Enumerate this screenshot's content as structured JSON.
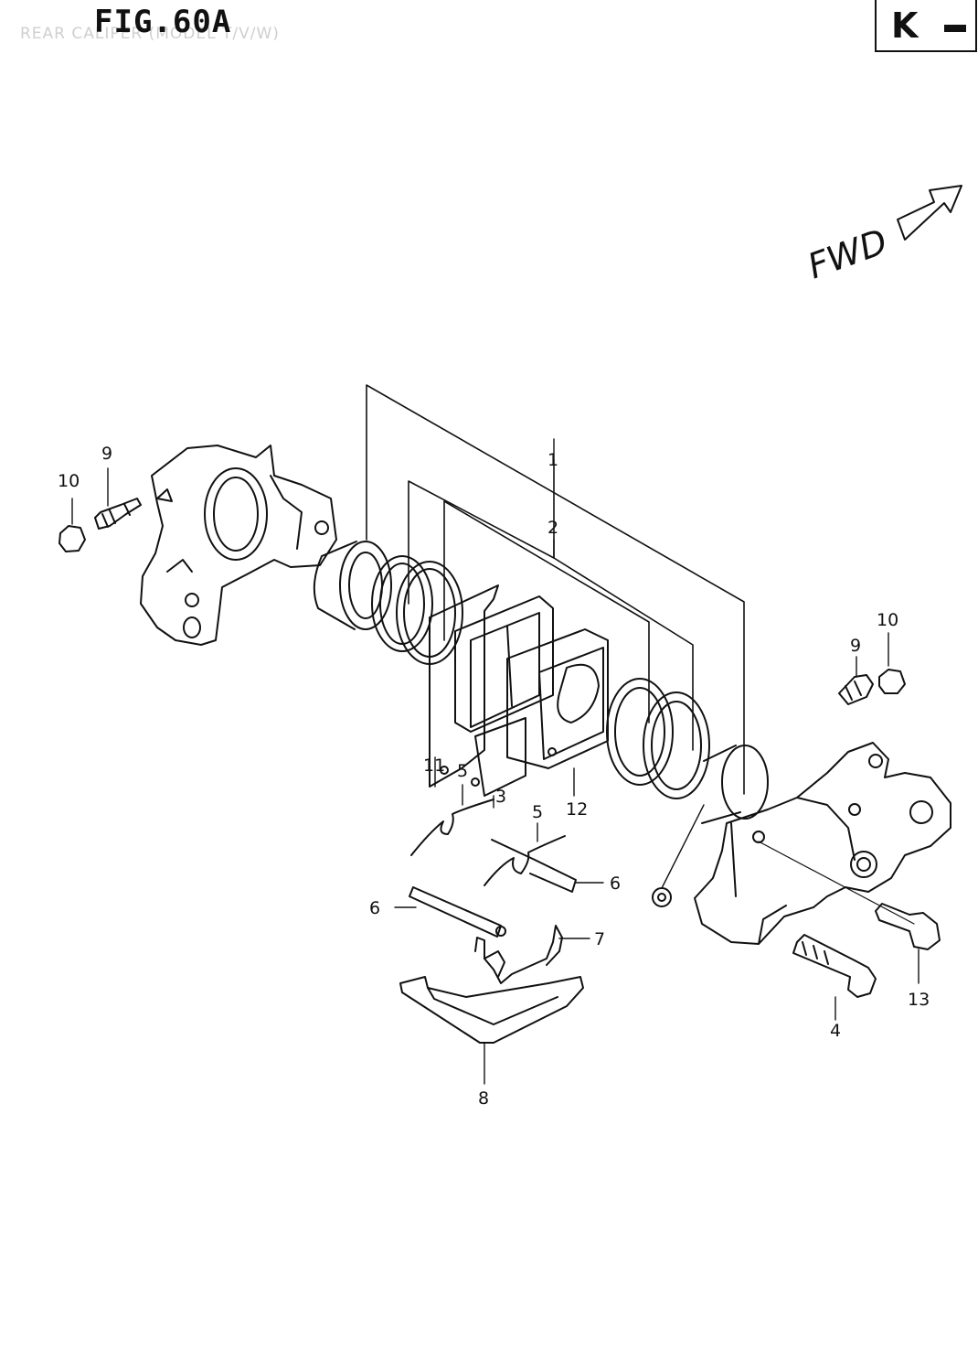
{
  "header": {
    "figure_title": "FIG.60A",
    "figure_subtitle": "REAR CALIPER (MODEL T/V/W)",
    "region_code": "K"
  },
  "direction": {
    "label": "FWD"
  },
  "callouts": {
    "c1": "1",
    "c2": "2",
    "c3": "3",
    "c4": "4",
    "c5a": "5",
    "c5b": "5",
    "c6a": "6",
    "c6b": "6",
    "c7": "7",
    "c8": "8",
    "c9a": "9",
    "c9b": "9",
    "c10a": "10",
    "c10b": "10",
    "c11": "11",
    "c12": "12",
    "c13": "13"
  },
  "colors": {
    "ink": "#111111",
    "paper": "#ffffff"
  }
}
